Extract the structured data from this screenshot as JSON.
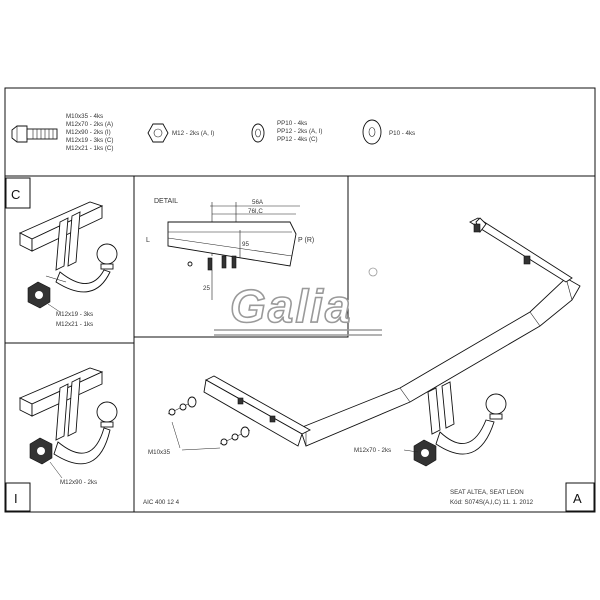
{
  "hardware": {
    "bolts": [
      "M10x35 - 4ks",
      "M12x70 - 2ks (A)",
      "M12x90 - 2ks (I)",
      "M12x19 - 3ks (C)",
      "M12x21 - 1ks (C)"
    ],
    "nut": "M12 - 2ks (A, I)",
    "washers_small": [
      "PP10 - 4ks",
      "PP12 - 2ks (A, I)",
      "PP12 - 4ks (C)"
    ],
    "washer_large": "P10 - 4ks"
  },
  "detail": {
    "title": "DETAIL",
    "left_label": "L",
    "right_label": "P (R)",
    "dim_top1": "56A",
    "dim_top2": "76I,C",
    "dim_vertical": "95",
    "dim_bottom": "25"
  },
  "brand": {
    "logo": "Galia"
  },
  "panel_c": {
    "letter": "C",
    "bolt_notes": [
      "M12x19 - 3ks",
      "M12x21 - 1ks"
    ]
  },
  "panel_i": {
    "letter": "I",
    "bolt_note": "M12x90 - 2ks"
  },
  "panel_a": {
    "letter": "A",
    "bolt_left": "M10x35",
    "bolt_right": "M12x70 - 2ks",
    "model": "SEAT ALTEA, SEAT LEON",
    "code": "Kód: S074S(A,I,C)  11. 1. 2012",
    "drawing_no": "AIC 400 12 4"
  }
}
